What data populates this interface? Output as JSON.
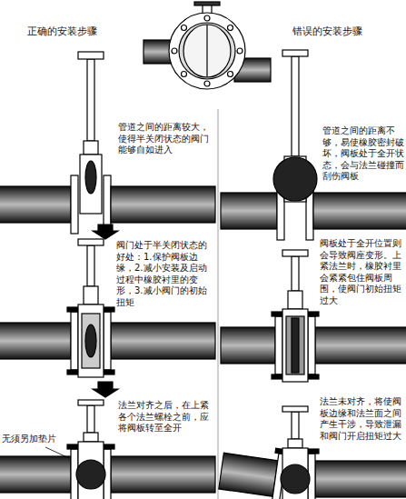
{
  "diagram": {
    "labels": [
      "正确的安装步骤",
      "错误的安装步骤",
      "管道之间的距离较大，使得半关闭状态的阀门能够自如进入",
      "管道之间的距离不够，易使橡胶密封破坏，阀板处于全开状态，会与法兰碰撞而刮伤阀板",
      "阀门处于半关闭状态的好处：1.保护阀板边缘，2.减小安装及启动过程中橡胶衬里的变形，3.减小阀门的初始扭矩",
      "阀板处于全开位置则会导致阀座变形。上紧法兰时，橡胶衬里会紧紧包住阀板周围，使阀门初始扭矩过大",
      "法兰对齐之后，在上紧各个法兰螺栓之前，应将阀板转至全开",
      "无须另加垫片",
      "法兰未对齐，将使阀板边缘和法兰面之间产生干涉，导致泄漏和阀门开启扭矩过大"
    ]
  }
}
